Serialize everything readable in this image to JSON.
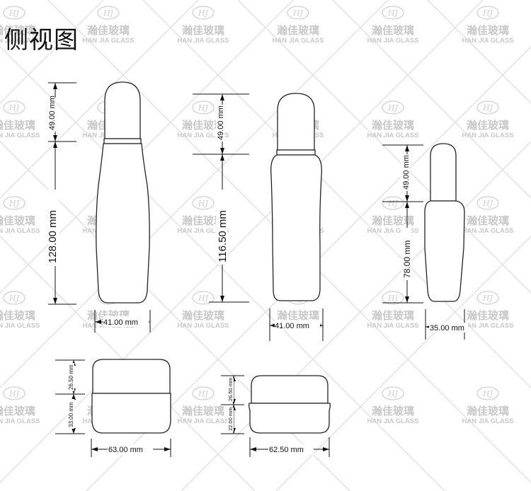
{
  "page": {
    "title": "侧视图"
  },
  "watermark": {
    "mark": "HJ",
    "name_cn": "瀚佳玻璃",
    "name_en": "HAN JIA GLASS"
  },
  "products": [
    {
      "id": "tall-bottle",
      "dimensions": {
        "cap_height": "49.00 mm",
        "body_height": "128.00 mm",
        "width": "41.00 mm"
      }
    },
    {
      "id": "medium-bottle",
      "dimensions": {
        "cap_height": "49.00 mm",
        "body_height": "116.50 mm",
        "width": "41.00 mm"
      }
    },
    {
      "id": "slim-bottle",
      "dimensions": {
        "cap_height": "49.00 mm",
        "body_height": "78.00 mm",
        "width": "35.00 mm"
      }
    },
    {
      "id": "jar-large",
      "dimensions": {
        "cap_height": "26.50 mm",
        "body_height": "33.00 mm",
        "width": "63.00 mm"
      }
    },
    {
      "id": "jar-small",
      "dimensions": {
        "cap_height": "26.50 mm",
        "body_height": "22.00 mm",
        "width": "62.50 mm"
      }
    }
  ]
}
